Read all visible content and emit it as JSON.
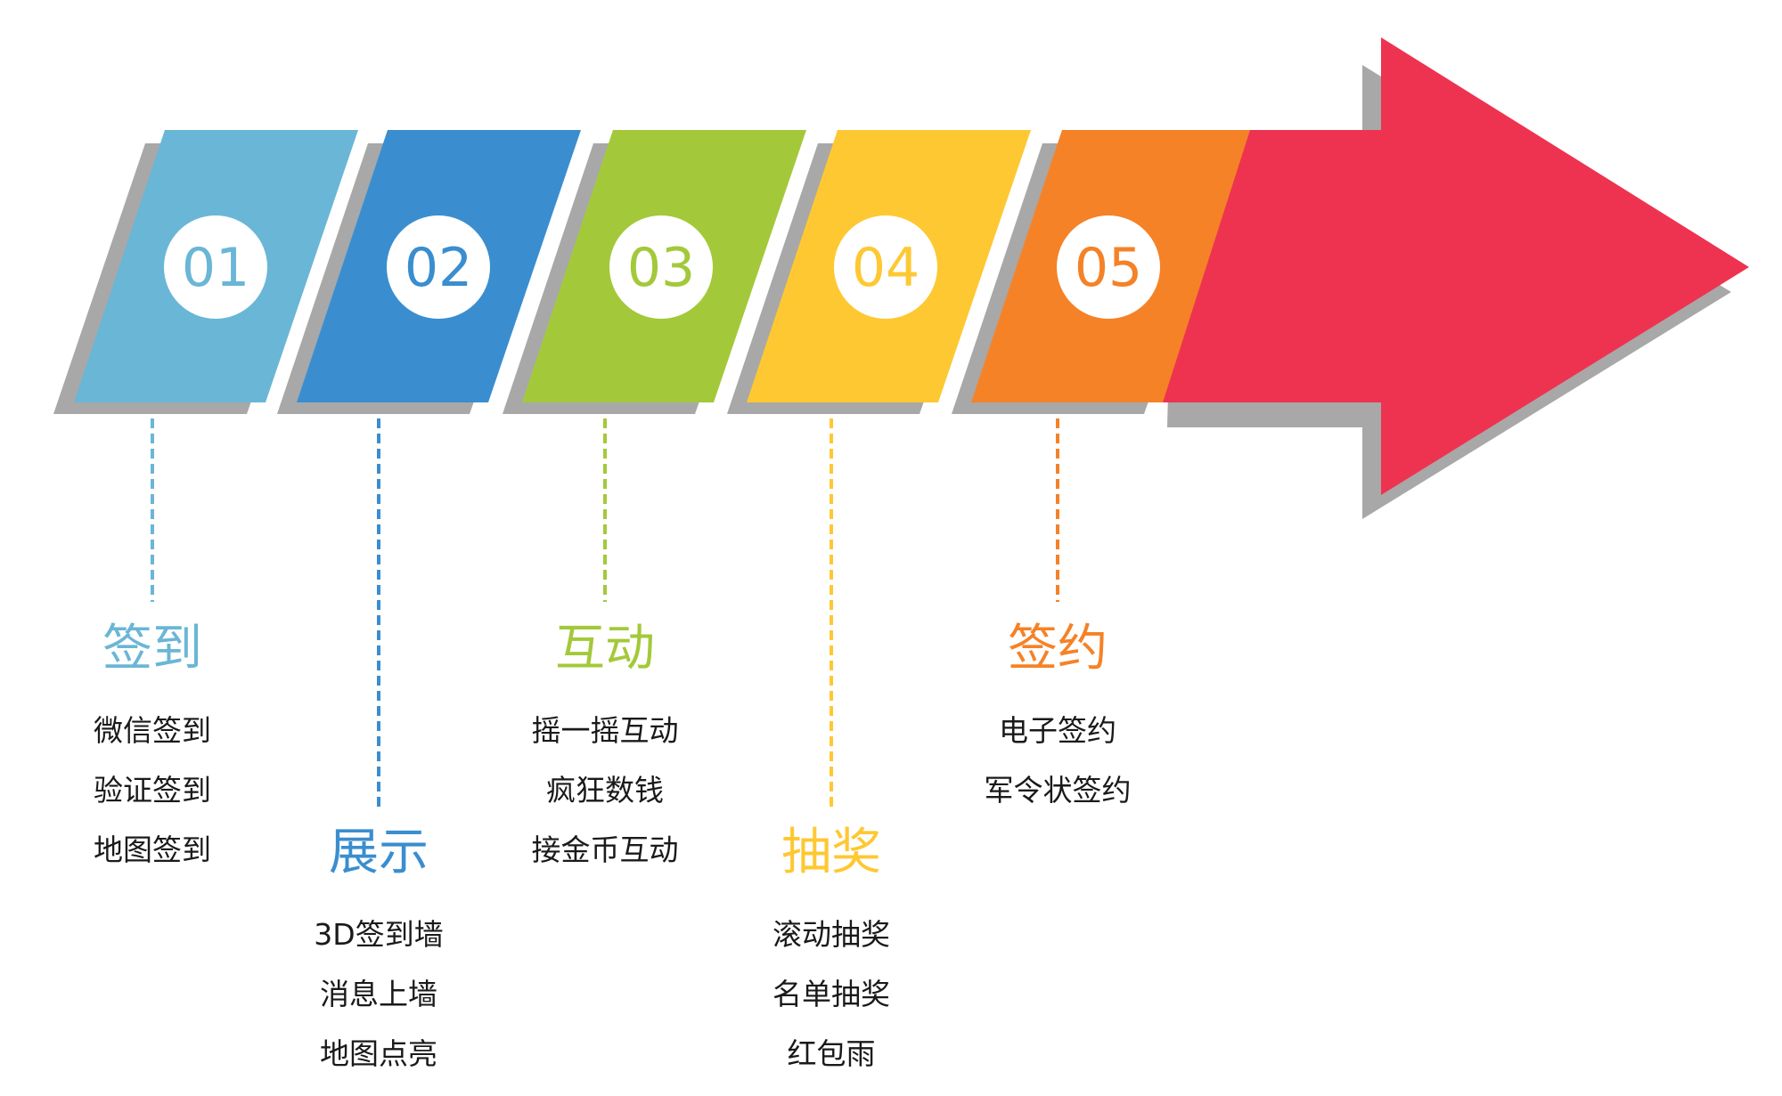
{
  "colors": {
    "shadow": "#a8a8a8",
    "arrow": "#ee3350",
    "white": "#ffffff",
    "item_text": "#1a1a1a"
  },
  "steps": [
    {
      "number": "01",
      "color": "#6ab6d6",
      "title": "签到",
      "items": [
        "微信签到",
        "验证签到",
        "地图签到"
      ]
    },
    {
      "number": "02",
      "color": "#3a8ecf",
      "title": "展示",
      "items": [
        "3D签到墙",
        "消息上墙",
        "地图点亮"
      ]
    },
    {
      "number": "03",
      "color": "#a3c93a",
      "title": "互动",
      "items": [
        "摇一摇互动",
        "疯狂数钱",
        "接金币互动"
      ]
    },
    {
      "number": "04",
      "color": "#fec832",
      "title": "抽奖",
      "items": [
        "滚动抽奖",
        "名单抽奖",
        "红包雨"
      ]
    },
    {
      "number": "05",
      "color": "#f58227",
      "title": "签约",
      "items": [
        "电子签约",
        "军令状签约"
      ]
    }
  ]
}
